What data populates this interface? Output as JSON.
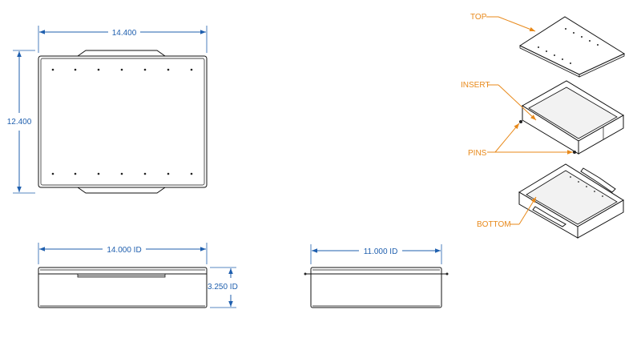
{
  "dimensions": {
    "top_width": "14.400",
    "top_height": "12.400",
    "front_width": "14.000 ID",
    "front_height": "3.250 ID",
    "side_width": "11.000 ID"
  },
  "callouts": {
    "top": "TOP",
    "insert": "INSERT",
    "pins": "PINS",
    "bottom": "BOTTOM"
  },
  "colors": {
    "dimension": "#1f5fae",
    "callout": "#e8891a",
    "line": "#111111"
  }
}
